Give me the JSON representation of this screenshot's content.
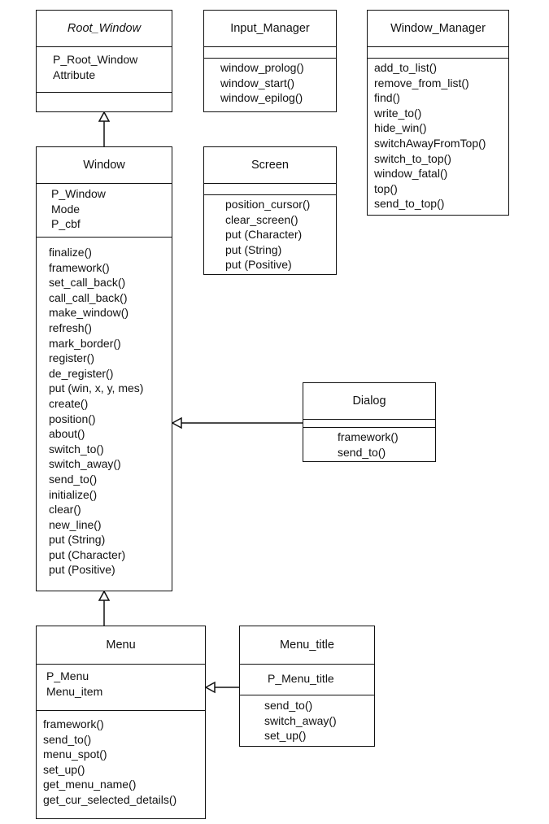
{
  "classes": {
    "root_window": {
      "name": "Root_Window",
      "attributes": [
        "P_Root_Window",
        "Attribute"
      ],
      "operations": []
    },
    "input_manager": {
      "name": "Input_Manager",
      "attributes": [],
      "operations": [
        "window_prolog()",
        "window_start()",
        "window_epilog()"
      ]
    },
    "window_manager": {
      "name": "Window_Manager",
      "attributes": [],
      "operations": [
        "add_to_list()",
        "remove_from_list()",
        "find()",
        "write_to()",
        "hide_win()",
        "switchAwayFromTop()",
        "switch_to_top()",
        "window_fatal()",
        "top()",
        "send_to_top()"
      ]
    },
    "window": {
      "name": "Window",
      "attributes": [
        "P_Window",
        "Mode",
        "P_cbf"
      ],
      "operations": [
        "finalize()",
        "framework()",
        "set_call_back()",
        "call_call_back()",
        "make_window()",
        "refresh()",
        "mark_border()",
        "register()",
        "de_register()",
        "put (win, x, y, mes)",
        "create()",
        "position()",
        "about()",
        "switch_to()",
        "switch_away()",
        "send_to()",
        "initialize()",
        "clear()",
        "new_line()",
        "put (String)",
        "put (Character)",
        "put (Positive)"
      ]
    },
    "screen": {
      "name": "Screen",
      "attributes": [],
      "operations": [
        "position_cursor()",
        "clear_screen()",
        "put (Character)",
        "put (String)",
        "put (Positive)"
      ]
    },
    "dialog": {
      "name": "Dialog",
      "attributes": [],
      "operations": [
        "framework()",
        "send_to()"
      ]
    },
    "menu": {
      "name": "Menu",
      "attributes": [
        "P_Menu",
        "Menu_item"
      ],
      "operations": [
        "framework()",
        "send_to()",
        "menu_spot()",
        "set_up()",
        "get_menu_name()",
        "get_cur_selected_details()"
      ]
    },
    "menu_title": {
      "name": "Menu_title",
      "attributes": [
        "P_Menu_title"
      ],
      "operations": [
        "send_to()",
        "switch_away()",
        "set_up()"
      ]
    }
  },
  "relations": [
    {
      "type": "generalization",
      "from": "window",
      "to": "root_window"
    },
    {
      "type": "generalization",
      "from": "menu",
      "to": "window"
    },
    {
      "type": "generalization",
      "from": "dialog",
      "to": "window"
    },
    {
      "type": "generalization",
      "from": "menu_title",
      "to": "menu"
    }
  ],
  "colors": {
    "line": "#111111",
    "background": "#ffffff"
  }
}
